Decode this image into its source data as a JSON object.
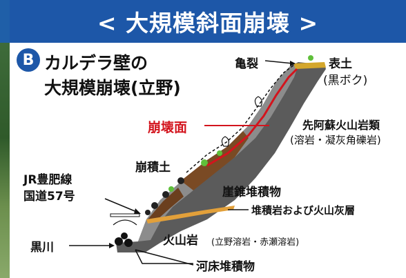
{
  "title": "< 大規模斜面崩壊 >",
  "section": {
    "badge": "B",
    "heading_line1": "カルデラ壁の",
    "heading_line2": "大規模崩壊(立野)"
  },
  "labels": {
    "crack": "亀裂",
    "topsoil": "表土",
    "topsoil_note": "(黒ボク)",
    "collapse_surface": "崩壊面",
    "pre_aso_rock": "先阿蘇火山岩類",
    "pre_aso_rock_note": "(溶岩・凝灰角礫岩)",
    "colluvium": "崩積土",
    "talus": "崖錐堆積物",
    "deposit_ash": "堆積岩および火山灰層",
    "railway_line1": "JR豊肥線",
    "railway_line2": "国道57号",
    "kurokawa": "黒川",
    "volcanic_rock": "火山岩",
    "volcanic_rock_note": "(立野溶岩・赤瀬溶岩)",
    "riverbed": "河床堆積物"
  },
  "colors": {
    "title_bg": "#1d57a8",
    "collapse_line": "#d3141d",
    "slope_gray": "#5b5b5b",
    "soil_brown": "#7a4a24",
    "ash_orange": "#e2a03a"
  }
}
